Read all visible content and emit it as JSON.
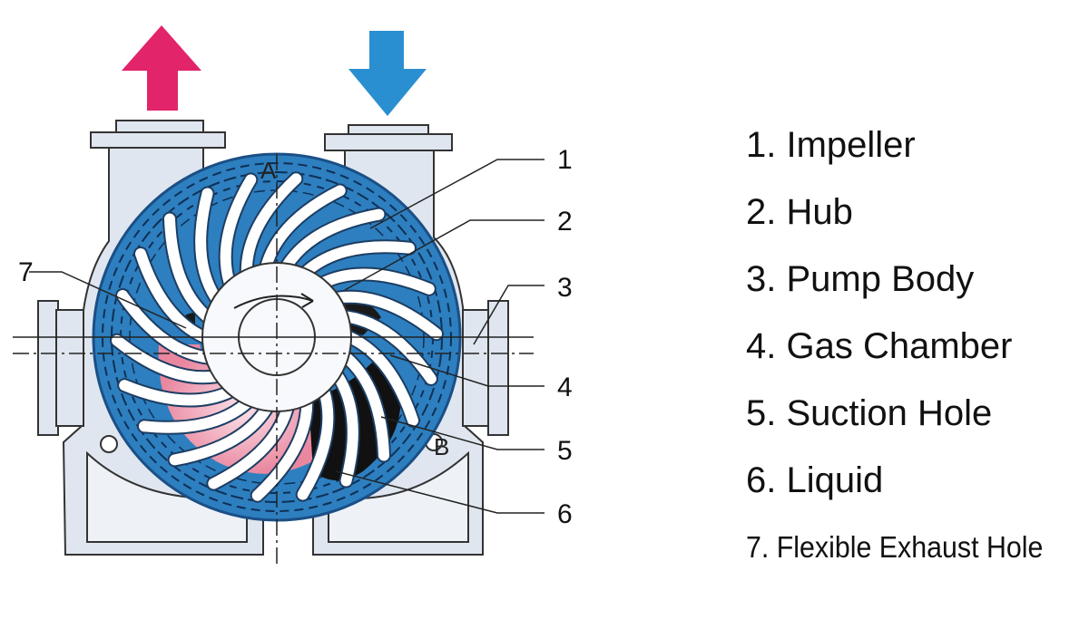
{
  "diagram": {
    "axis_letters": {
      "top": "A",
      "bottom": "B"
    },
    "callout_numbers": [
      "1",
      "2",
      "3",
      "4",
      "5",
      "6",
      "7"
    ],
    "colors": {
      "outlet_arrow": "#e2246b",
      "inlet_arrow": "#2a8fd0",
      "casing": "#dfe6ef",
      "impeller_ring": "#2d7fbf",
      "liquid_ring_lines": "#123a68",
      "gas_chamber": "#f2b3c6",
      "suction_dark": "#111111"
    },
    "icons": [
      "outlet-arrow-icon",
      "inlet-arrow-icon",
      "rotation-arrow-icon"
    ]
  },
  "legend": [
    "1. Impeller",
    "2. Hub",
    "3. Pump Body",
    "4. Gas Chamber",
    "5. Suction Hole",
    "6. Liquid",
    "7. Flexible Exhaust Hole"
  ]
}
